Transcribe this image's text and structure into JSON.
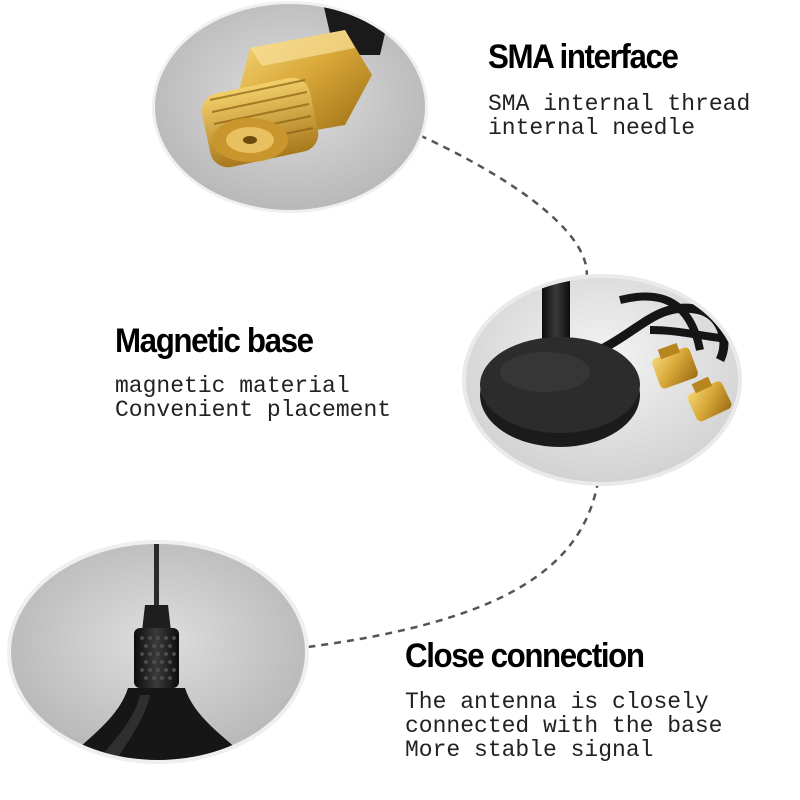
{
  "features": [
    {
      "title": "SMA interface",
      "lines": [
        "SMA internal thread",
        "internal needle"
      ],
      "photo_icon": "sma-connector-photo"
    },
    {
      "title": "Magnetic base",
      "lines": [
        "magnetic material",
        "Convenient placement"
      ],
      "photo_icon": "magnetic-base-photo"
    },
    {
      "title": "Close connection",
      "lines": [
        "The antenna is closely",
        "connected with the base",
        "More stable signal"
      ],
      "photo_icon": "antenna-joint-photo"
    }
  ],
  "colors": {
    "background": "#ffffff",
    "photo_bg": "#c9c9c9",
    "gold": "#d9a93a",
    "cable": "#1c1c1c",
    "dashed_line": "#555555"
  }
}
